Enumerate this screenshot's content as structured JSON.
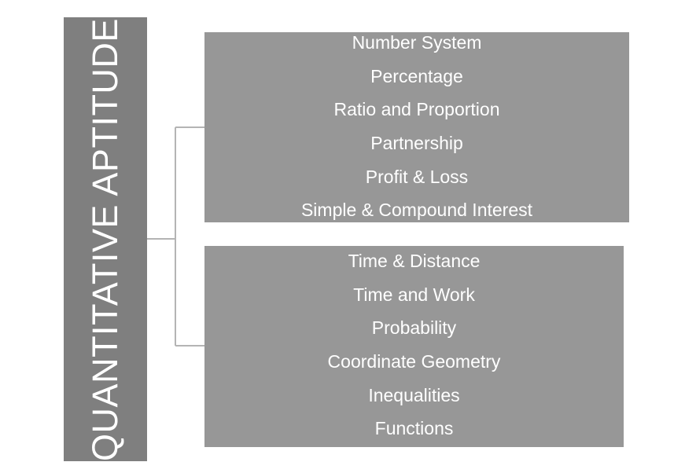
{
  "diagram": {
    "root": {
      "label": "QUANTITATIVE APTITUDE"
    },
    "branches": [
      {
        "topics": [
          "Number System",
          "Percentage",
          "Ratio and Proportion",
          "Partnership",
          "Profit & Loss",
          "Simple & Compound Interest"
        ]
      },
      {
        "topics": [
          "Time & Distance",
          "Time and Work",
          "Probability",
          "Coordinate Geometry",
          "Inequalities",
          "Functions"
        ]
      }
    ],
    "colors": {
      "root_fill": "#7f7f7f",
      "branch_fill": "#979797",
      "connector": "#b4b4b4",
      "text": "#ffffff"
    }
  }
}
